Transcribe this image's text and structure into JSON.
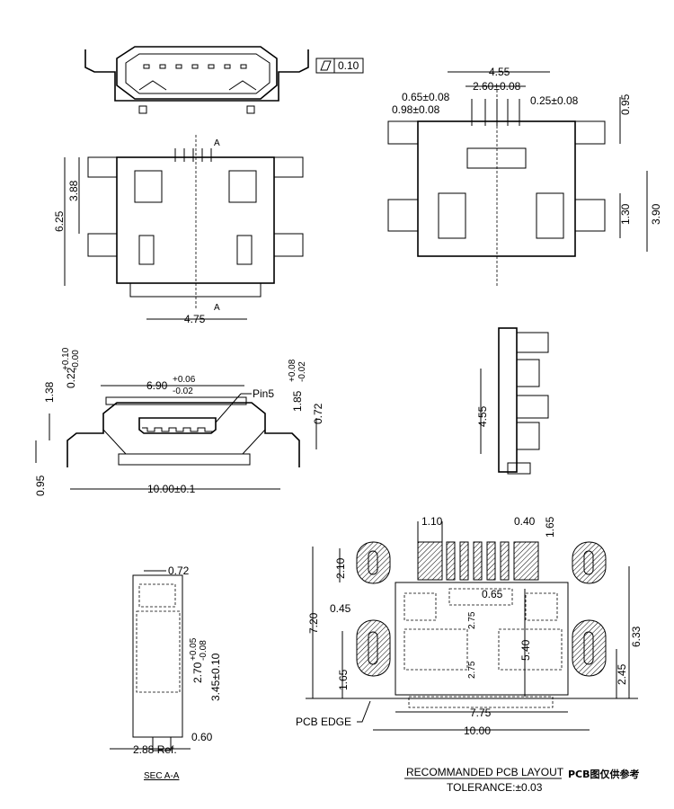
{
  "top_view": {
    "flatness": "0.10",
    "section_mark": "A",
    "dim_3_88": "3.88",
    "dim_6_25": "6.25",
    "dim_4_75": "4.75"
  },
  "top_right_view": {
    "dim_4_55": "4.55",
    "dim_2_60": "2.60±0.08",
    "dim_0_65": "0.65±0.08",
    "dim_0_98": "0.98±0.08",
    "dim_0_25": "0.25±0.08",
    "dim_0_95": "0.95",
    "dim_1_30": "1.30",
    "dim_3_90": "3.90"
  },
  "front_view": {
    "dim_1_38": "1.38",
    "dim_0_22": "0.22",
    "tol_0_22_up": "+0.10",
    "tol_0_22_dn": "-0.00",
    "dim_6_90": "6.90",
    "tol_6_90_up": "+0.06",
    "tol_6_90_dn": "-0.02",
    "pin_label": "Pin5",
    "dim_1_85": "1.85",
    "tol_1_85_up": "+0.08",
    "tol_1_85_dn": "-0.02",
    "dim_0_72": "0.72",
    "dim_0_95": "0.95",
    "dim_10_00": "10.00±0.1"
  },
  "side_view": {
    "dim_4_55": "4.55"
  },
  "section_view": {
    "dim_0_72": "0.72",
    "dim_2_70": "2.70",
    "tol_2_70_up": "+0.05",
    "tol_2_70_dn": "-0.08",
    "dim_3_45": "3.45±0.10",
    "dim_0_60": "0.60",
    "dim_2_88": "2.88 Ref.",
    "title": "SEC A-A"
  },
  "pcb_layout": {
    "dim_1_10": "1.10",
    "dim_0_40": "0.40",
    "dim_1_65_top": "1.65",
    "dim_2_10": "2.10",
    "dim_7_20": "7.20",
    "dim_0_45": "0.45",
    "dim_0_65": "0.65",
    "dim_5_40": "5.40",
    "dim_6_33": "6.33",
    "dim_1_65": "1.65",
    "dim_2_45": "2.45",
    "dim_7_75": "7.75",
    "dim_10_00": "10.00",
    "dim_2_75": "2.75",
    "pcb_edge": "PCB EDGE",
    "title": "RECOMMANDED PCB LAYOUT",
    "tolerance": "TOLERANCE:±0.03",
    "note_cn": "PCB图仅供参考"
  }
}
